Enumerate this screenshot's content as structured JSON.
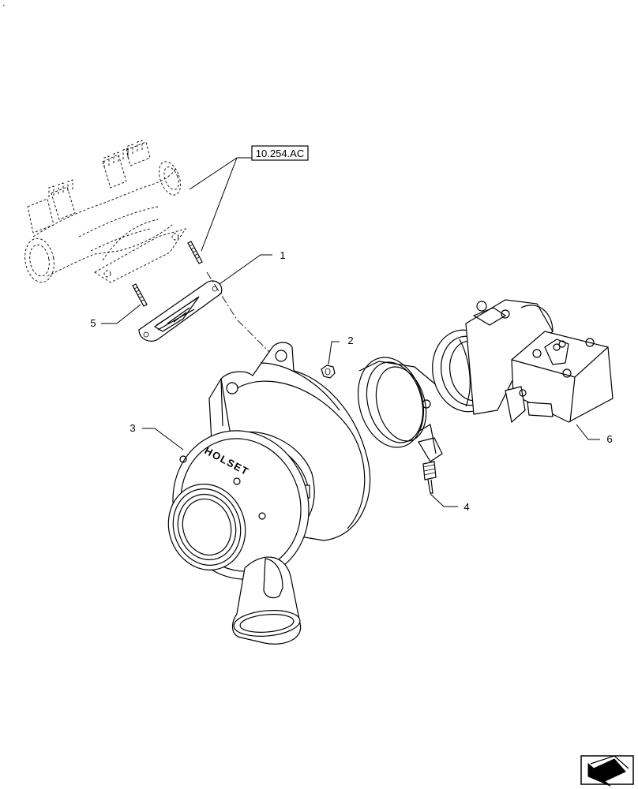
{
  "corner_mark": ".",
  "reference_box": {
    "text": "10.254.AC"
  },
  "callouts": [
    {
      "id": "1",
      "text": "1"
    },
    {
      "id": "2",
      "text": "2"
    },
    {
      "id": "3",
      "text": "3"
    },
    {
      "id": "4",
      "text": "4"
    },
    {
      "id": "5",
      "text": "5"
    },
    {
      "id": "6",
      "text": "6"
    }
  ],
  "brand_text": "HOLSET",
  "nav_icon": "navigation-arrow-icon",
  "colors": {
    "line": "#000000",
    "background": "#ffffff"
  }
}
